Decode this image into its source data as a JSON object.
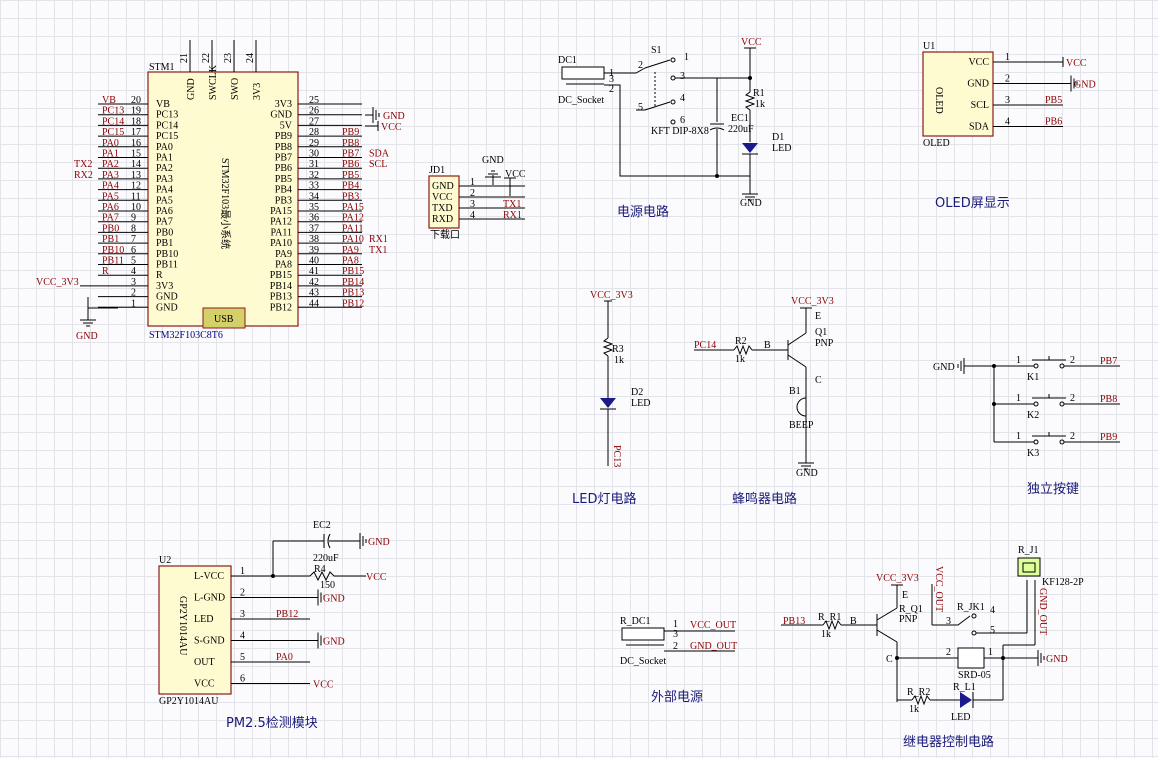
{
  "captions": {
    "power": "电源电路",
    "oled": "OLED屏显示",
    "led": "LED灯电路",
    "buzzer": "蜂鸣器电路",
    "keys": "独立按键",
    "pm25": "PM2.5检测模块",
    "ext_power": "外部电源",
    "relay": "继电器控制电路"
  },
  "mcu": {
    "ref": "STM1",
    "part": "STM32F103C8T6",
    "body_label": "STM32F103最小系统",
    "usb": "USB",
    "top_pins": [
      {
        "num": "21",
        "name": "GND"
      },
      {
        "num": "22",
        "name": "SWCLK"
      },
      {
        "num": "23",
        "name": "SWO"
      },
      {
        "num": "24",
        "name": "3V3"
      }
    ],
    "left_pins": [
      {
        "num": "20",
        "name": "VB",
        "net": "VB"
      },
      {
        "num": "19",
        "name": "PC13",
        "net": "PC13"
      },
      {
        "num": "18",
        "name": "PC14",
        "net": "PC14"
      },
      {
        "num": "17",
        "name": "PC15",
        "net": "PC15"
      },
      {
        "num": "16",
        "name": "PA0",
        "net": "PA0"
      },
      {
        "num": "15",
        "name": "PA1",
        "net": "PA1"
      },
      {
        "num": "14",
        "name": "PA2",
        "net": "PA2",
        "extra": "TX2"
      },
      {
        "num": "13",
        "name": "PA3",
        "net": "PA3",
        "extra": "RX2"
      },
      {
        "num": "12",
        "name": "PA4",
        "net": "PA4"
      },
      {
        "num": "11",
        "name": "PA5",
        "net": "PA5"
      },
      {
        "num": "10",
        "name": "PA6",
        "net": "PA6"
      },
      {
        "num": "9",
        "name": "PA7",
        "net": "PA7"
      },
      {
        "num": "8",
        "name": "PB0",
        "net": "PB0"
      },
      {
        "num": "7",
        "name": "PB1",
        "net": "PB1"
      },
      {
        "num": "6",
        "name": "PB10",
        "net": "PB10"
      },
      {
        "num": "5",
        "name": "PB11",
        "net": "PB11"
      },
      {
        "num": "4",
        "name": "R",
        "net": "R"
      },
      {
        "num": "3",
        "name": "3V3",
        "net": "VCC_3V3"
      },
      {
        "num": "2",
        "name": "GND",
        "net": ""
      },
      {
        "num": "1",
        "name": "GND",
        "net": ""
      }
    ],
    "right_pins": [
      {
        "num": "25",
        "name": "3V3",
        "net": ""
      },
      {
        "num": "26",
        "name": "GND",
        "net": ""
      },
      {
        "num": "27",
        "name": "5V",
        "net": ""
      },
      {
        "num": "28",
        "name": "PB9",
        "net": "PB9"
      },
      {
        "num": "29",
        "name": "PB8",
        "net": "PB8"
      },
      {
        "num": "30",
        "name": "PB7",
        "net": "PB7",
        "extra": "SDA"
      },
      {
        "num": "31",
        "name": "PB6",
        "net": "PB6",
        "extra": "SCL"
      },
      {
        "num": "32",
        "name": "PB5",
        "net": "PB5"
      },
      {
        "num": "33",
        "name": "PB4",
        "net": "PB4"
      },
      {
        "num": "34",
        "name": "PB3",
        "net": "PB3"
      },
      {
        "num": "35",
        "name": "PA15",
        "net": "PA15"
      },
      {
        "num": "36",
        "name": "PA12",
        "net": "PA12"
      },
      {
        "num": "37",
        "name": "PA11",
        "net": "PA11"
      },
      {
        "num": "38",
        "name": "PA10",
        "net": "PA10",
        "extra": "RX1"
      },
      {
        "num": "39",
        "name": "PA9",
        "net": "PA9",
        "extra": "TX1"
      },
      {
        "num": "40",
        "name": "PA8",
        "net": "PA8"
      },
      {
        "num": "41",
        "name": "PB15",
        "net": "PB15"
      },
      {
        "num": "42",
        "name": "PB14",
        "net": "PB14"
      },
      {
        "num": "43",
        "name": "PB13",
        "net": "PB13"
      },
      {
        "num": "44",
        "name": "PB12",
        "net": "PB12"
      }
    ],
    "gnd_label": "GND",
    "vcc_label": "VCC",
    "left_gnd_label": "GND"
  },
  "jd1": {
    "ref": "JD1",
    "pins": [
      {
        "num": "1",
        "name": "GND"
      },
      {
        "num": "2",
        "name": "VCC"
      },
      {
        "num": "3",
        "name": "TXD",
        "net": "TX1"
      },
      {
        "num": "4",
        "name": "RXD",
        "net": "RX1"
      }
    ],
    "label": "下载口",
    "gnd": "GND",
    "vcc": "VCC"
  },
  "power": {
    "dc": "DC1",
    "dc_pins": [
      "1",
      "3",
      "2"
    ],
    "dc_part": "DC_Socket",
    "switch": "S1",
    "switch_pins": [
      "1",
      "2",
      "3",
      "4",
      "5",
      "6"
    ],
    "switch_part": "KFT DIP-8X8",
    "vcc": "VCC",
    "r1": "R1",
    "r1_val": "1k",
    "ec1": "EC1",
    "ec1_val": "220uF",
    "d1": "D1",
    "d1_part": "LED",
    "gnd": "GND"
  },
  "oled": {
    "ref": "U1",
    "part": "OLED",
    "body": "OLED",
    "pins": [
      {
        "num": "1",
        "name": "VCC",
        "net": "VCC"
      },
      {
        "num": "2",
        "name": "GND",
        "net": "GND"
      },
      {
        "num": "3",
        "name": "SCL",
        "net": "PB5"
      },
      {
        "num": "4",
        "name": "SDA",
        "net": "PB6"
      }
    ]
  },
  "led": {
    "vcc": "VCC_3V3",
    "r3": "R3",
    "r3_val": "1k",
    "d2": "D2",
    "d2_part": "LED",
    "net": "PC13"
  },
  "buzzer": {
    "vcc": "VCC_3V3",
    "net": "PC14",
    "r2": "R2",
    "r2_val": "1k",
    "b": "B",
    "q1": "Q1",
    "q1_part": "PNP",
    "e": "E",
    "c": "C",
    "b1": "B1",
    "b1_part": "BEEP",
    "gnd": "GND"
  },
  "keys": {
    "gnd": "GND",
    "items": [
      {
        "ref": "K1",
        "p1": "1",
        "p2": "2",
        "net": "PB7"
      },
      {
        "ref": "K2",
        "p1": "1",
        "p2": "2",
        "net": "PB8"
      },
      {
        "ref": "K3",
        "p1": "1",
        "p2": "2",
        "net": "PB9"
      }
    ]
  },
  "pm25": {
    "ref": "U2",
    "part": "GP2Y1014AU",
    "body": "GP2Y1014AU",
    "ec2": "EC2",
    "ec2_val": "220uF",
    "r4": "R4",
    "r4_val": "150",
    "gnd": "GND",
    "vcc": "VCC",
    "pins": [
      {
        "num": "1",
        "name": "L-VCC"
      },
      {
        "num": "2",
        "name": "L-GND"
      },
      {
        "num": "3",
        "name": "LED",
        "net": "PB12"
      },
      {
        "num": "4",
        "name": "S-GND"
      },
      {
        "num": "5",
        "name": "OUT",
        "net": "PA0"
      },
      {
        "num": "6",
        "name": "VCC",
        "net": "VCC"
      }
    ]
  },
  "ext_power": {
    "ref": "R_DC1",
    "part": "DC_Socket",
    "pins": [
      "1",
      "3",
      "2"
    ],
    "vcc_out": "VCC_OUT",
    "gnd_out": "GND_OUT"
  },
  "relay": {
    "vcc": "VCC_3V3",
    "vcc_out": "VCC_OUT",
    "gnd_out": "GND_OUT",
    "net": "PB13",
    "r_r1": "R_R1",
    "r_r1_val": "1k",
    "b": "B",
    "q": "R_Q1",
    "q_part": "PNP",
    "e": "E",
    "c": "C",
    "jk": "R_JK1",
    "jk_part": "SRD-05",
    "jk_pins": [
      "1",
      "2",
      "3",
      "4",
      "5"
    ],
    "r_r2": "R_R2",
    "r_r2_val": "1k",
    "l1": "R_L1",
    "l1_part": "LED",
    "j1": "R_J1",
    "j1_part": "KF128-2P",
    "gnd": "GND"
  }
}
